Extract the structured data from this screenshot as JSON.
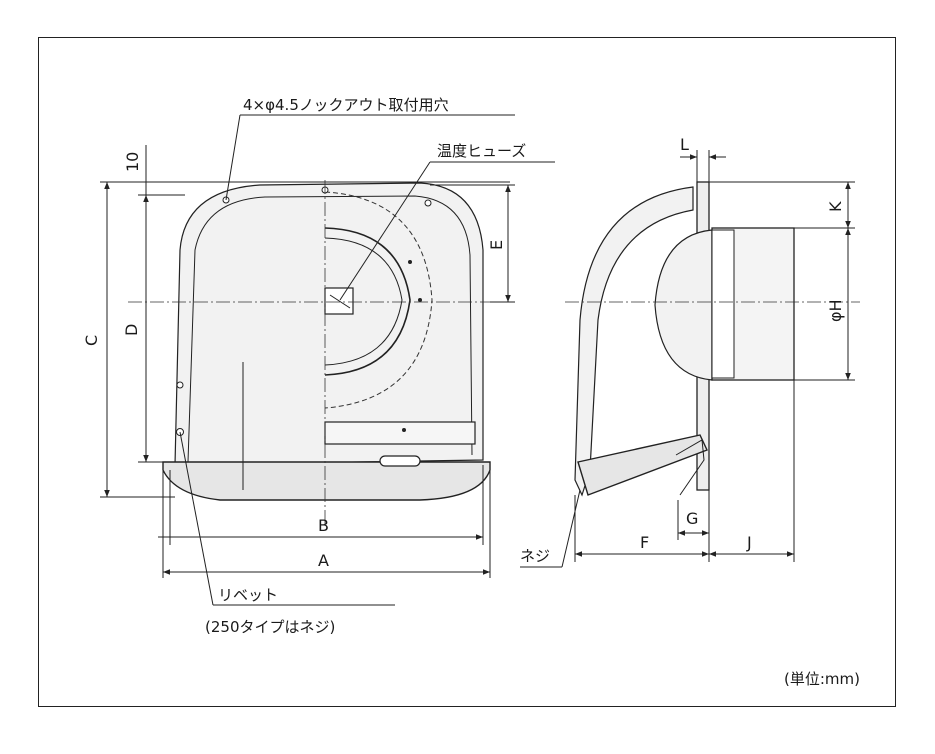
{
  "callouts": {
    "knockout_holes": "4×φ4.5ノックアウト取付用穴",
    "temp_fuse": "温度ヒューズ",
    "rivet": "リベット",
    "rivet_note": "(250タイプはネジ)",
    "screw": "ネジ"
  },
  "dimensions": {
    "a": "A",
    "b": "B",
    "c": "C",
    "d": "D",
    "e": "E",
    "f": "F",
    "g": "G",
    "h": "φH",
    "j": "J",
    "k": "K",
    "l": "L",
    "ten": "10"
  },
  "unit_note": "(単位:mm)"
}
